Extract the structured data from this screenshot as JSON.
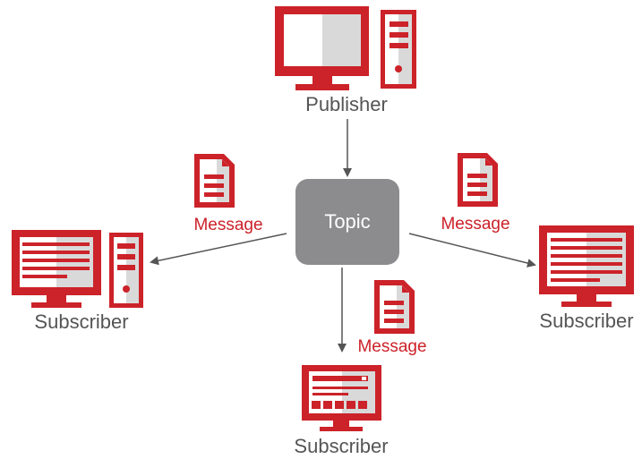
{
  "diagram": {
    "publisher": {
      "label": "Publisher"
    },
    "topic": {
      "label": "Topic"
    },
    "messages": [
      {
        "label": "Message"
      },
      {
        "label": "Message"
      },
      {
        "label": "Message"
      }
    ],
    "subscribers": [
      {
        "label": "Subscriber"
      },
      {
        "label": "Subscriber"
      },
      {
        "label": "Subscriber"
      }
    ]
  },
  "colors": {
    "accent": "#cc2229",
    "accent_light": "#d9d9d9",
    "topic_fill": "#8c8c8f",
    "topic_text": "#ffffff",
    "label_text": "#555555",
    "arrow": "#555555"
  },
  "icons": {
    "publisher": [
      "monitor-icon",
      "server-tower-icon"
    ],
    "message": "document-icon",
    "subscriber_left": [
      "monitor-list-icon",
      "server-tower-icon"
    ],
    "subscriber_right": "monitor-list-icon",
    "subscriber_bottom": "monitor-dashboard-icon"
  }
}
